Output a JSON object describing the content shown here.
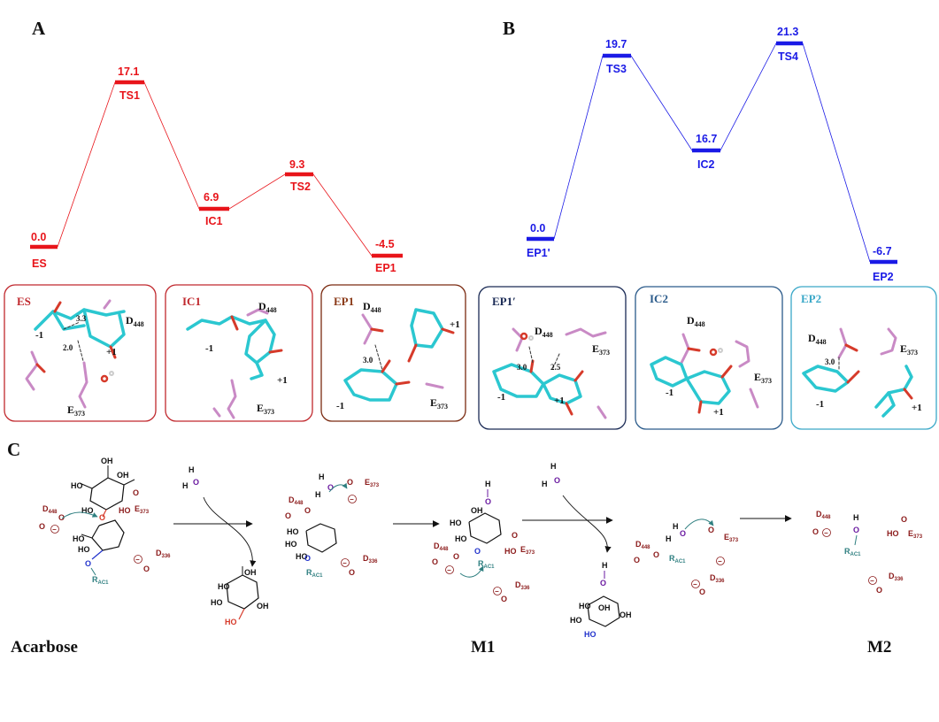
{
  "panels": {
    "a": "A",
    "b": "B",
    "c": "C"
  },
  "colors": {
    "path_a": "#e8141a",
    "path_b": "#1a1ae6",
    "stick_c": "#2bc7d0",
    "stick_pink": "#c98ac5",
    "stick_red": "#d63a2a",
    "chem_red": "#8b1a1a",
    "chem_blue": "#2233cc",
    "chem_purple": "#6a1aa0",
    "chem_teal": "#2f7f80"
  },
  "levels_a": [
    {
      "value": "0.0",
      "name": "ES"
    },
    {
      "value": "17.1",
      "name": "TS1"
    },
    {
      "value": "6.9",
      "name": "IC1"
    },
    {
      "value": "9.3",
      "name": "TS2"
    },
    {
      "value": "-4.5",
      "name": "EP1"
    }
  ],
  "levels_b": [
    {
      "value": "0.0",
      "name": "EP1'"
    },
    {
      "value": "19.7",
      "name": "TS3"
    },
    {
      "value": "16.7",
      "name": "IC2"
    },
    {
      "value": "21.3",
      "name": "TS4"
    },
    {
      "value": "-6.7",
      "name": "EP2"
    }
  ],
  "boxes": [
    {
      "title": "ES",
      "color": "#c0282d",
      "title_color": "#c0282d",
      "labels": [
        {
          "base": "D",
          "sub": "448"
        },
        {
          "base": "E",
          "sub": "373"
        }
      ],
      "sites": [
        "-1",
        "+1"
      ],
      "distances": [
        "3.3",
        "2.0"
      ]
    },
    {
      "title": "IC1",
      "color": "#c0282d",
      "title_color": "#c0282d",
      "labels": [
        {
          "base": "D",
          "sub": "448"
        },
        {
          "base": "E",
          "sub": "373"
        }
      ],
      "sites": [
        "-1",
        "+1"
      ],
      "distances": []
    },
    {
      "title": "EP1",
      "color": "#7a2a10",
      "title_color": "#8a3a18",
      "labels": [
        {
          "base": "D",
          "sub": "448"
        },
        {
          "base": "E",
          "sub": "373"
        }
      ],
      "sites": [
        "-1",
        "+1"
      ],
      "distances": [
        "3.0"
      ]
    },
    {
      "title": "EP1′",
      "color": "#1a2a55",
      "title_color": "#1a2a55",
      "labels": [
        {
          "base": "D",
          "sub": "448"
        },
        {
          "base": "E",
          "sub": "373"
        }
      ],
      "sites": [
        "-1",
        "+1"
      ],
      "distances": [
        "3.0",
        "2.5"
      ]
    },
    {
      "title": "IC2",
      "color": "#2a5a8a",
      "title_color": "#2a5a8a",
      "labels": [
        {
          "base": "D",
          "sub": "448"
        },
        {
          "base": "E",
          "sub": "373"
        }
      ],
      "sites": [
        "-1",
        "+1"
      ],
      "distances": []
    },
    {
      "title": "EP2",
      "color": "#3aa8c8",
      "title_color": "#3aa8c8",
      "labels": [
        {
          "base": "D",
          "sub": "448"
        },
        {
          "base": "E",
          "sub": "373"
        }
      ],
      "sites": [
        "-1",
        "+1"
      ],
      "distances": [
        "3.0"
      ]
    }
  ],
  "scheme": {
    "oh": "OH",
    "ho": "HO",
    "h": "H",
    "o": "O",
    "r_ac1": {
      "base": "R",
      "sub": "AC1"
    },
    "d448": {
      "base": "D",
      "sub": "448"
    },
    "e373": {
      "base": "E",
      "sub": "373"
    },
    "d336": {
      "base": "D",
      "sub": "336"
    },
    "minus": "−",
    "captions": [
      "Acarbose",
      "M1",
      "M2"
    ]
  }
}
